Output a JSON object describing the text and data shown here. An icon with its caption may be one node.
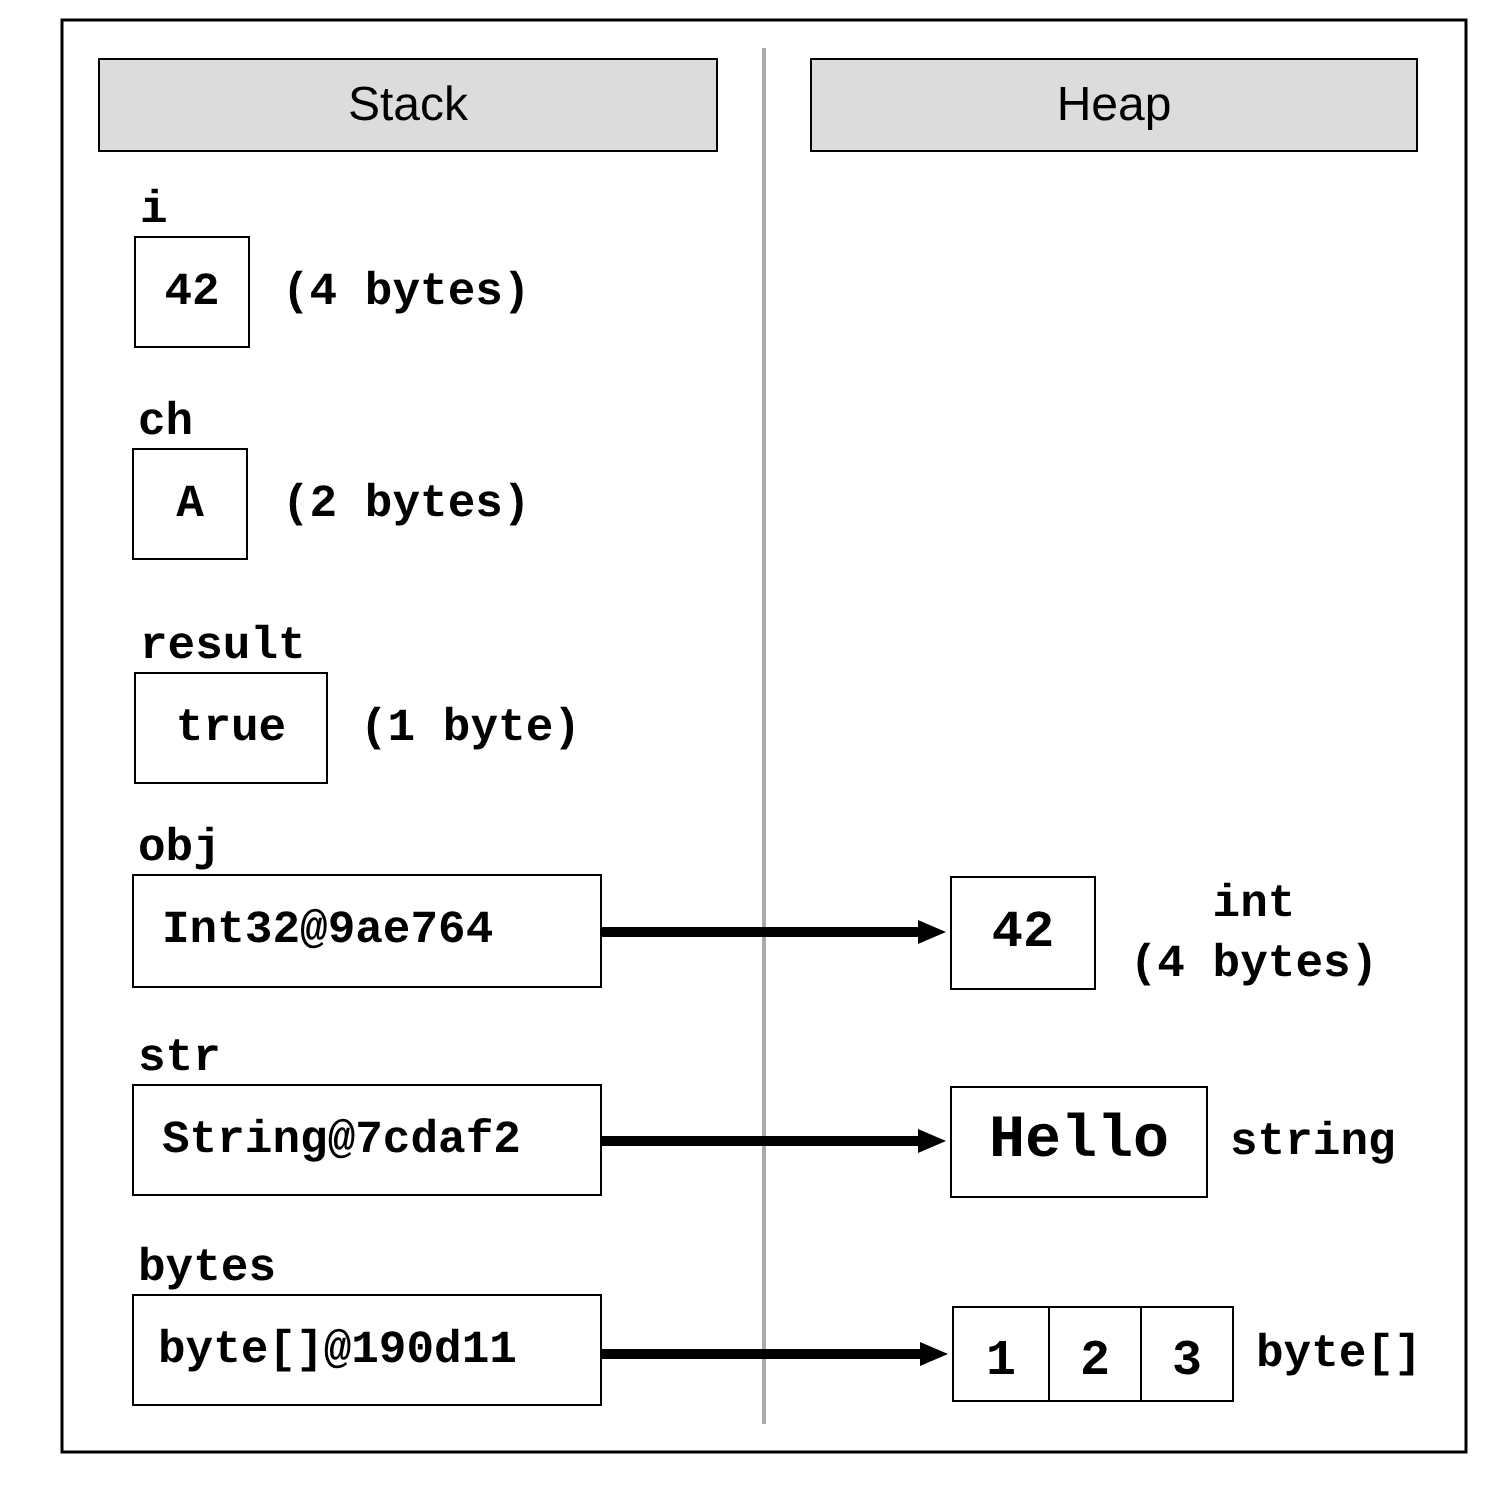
{
  "diagram": {
    "nodes": [
      {
        "text": [
          "Stack"
        ]
      },
      {
        "text": [
          "Heap"
        ]
      },
      {
        "text": [
          "i",
          "42"
        ],
        "beside": [
          "(4 bytes)"
        ]
      },
      {
        "text": [
          "ch",
          "A"
        ],
        "beside": [
          "(2 bytes)"
        ]
      },
      {
        "text": [
          "result",
          "true"
        ],
        "beside": [
          "(1 byte)"
        ]
      },
      {
        "text": [
          "obj",
          "Int32@9ae764"
        ]
      },
      {
        "text": [
          "str",
          "String@7cdaf2"
        ]
      },
      {
        "text": [
          "bytes",
          "byte[]@190d11"
        ]
      },
      {
        "text": [
          "42"
        ],
        "beside": [
          "int (4 bytes)"
        ]
      },
      {
        "text": [
          "Hello"
        ],
        "beside": [
          "string"
        ]
      },
      {
        "text": [],
        "shape": "box",
        "beside": [
          "byte[]"
        ]
      },
      {
        "text": [
          "1"
        ],
        "in": 10
      },
      {
        "text": [
          "2"
        ],
        "in": 10
      },
      {
        "text": [
          "3"
        ],
        "in": 10
      }
    ],
    "edges": [
      {
        "from": 5,
        "to": 8,
        "arrow": "to"
      },
      {
        "from": 6,
        "to": 9,
        "arrow": "to"
      },
      {
        "from": 7,
        "to": 10,
        "arrow": "to"
      }
    ]
  }
}
